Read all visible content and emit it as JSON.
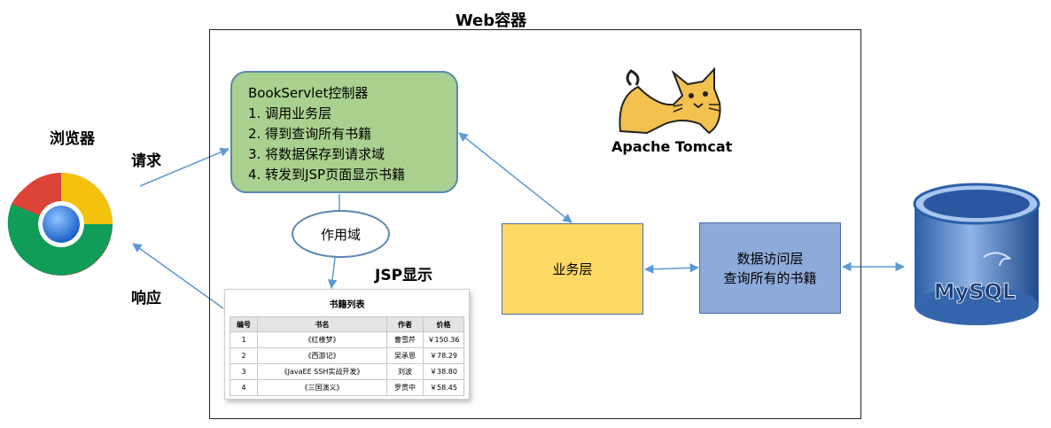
{
  "container_title": "Web容器",
  "browser": {
    "label": "浏览器"
  },
  "request_label": "请求",
  "response_label": "响应",
  "servlet": {
    "lines": [
      "BookServlet控制器",
      "1. 调用业务层",
      "2. 得到查询所有书籍",
      "3. 将数据保存到请求域",
      "4. 转发到JSP页面显示书籍"
    ]
  },
  "scope_label": "作用域",
  "jsp_label": "JSP显示",
  "tomcat": {
    "name": "Apache Tomcat"
  },
  "business_layer": "业务层",
  "dao": {
    "line1": "数据访问层",
    "line2": "查询所有的书籍"
  },
  "database": {
    "logo_text": "MySQL"
  },
  "book_list": {
    "title": "书籍列表",
    "headers": [
      "编号",
      "书名",
      "作者",
      "价格"
    ],
    "rows": [
      [
        "1",
        "《红楼梦》",
        "曹雪芹",
        "￥150.36"
      ],
      [
        "2",
        "《西游记》",
        "吴承恩",
        "￥78.29"
      ],
      [
        "3",
        "《JavaEE SSH实战开发》",
        "刘波",
        "￥38.80"
      ],
      [
        "4",
        "《三国演义》",
        "罗贯中",
        "￥58.45"
      ]
    ]
  },
  "colors": {
    "servlet_fill": "#a9d08e",
    "business_fill": "#ffd966",
    "dao_fill": "#8eaadb",
    "arrow": "#5b9bd5",
    "box_border": "#5b86b5"
  }
}
